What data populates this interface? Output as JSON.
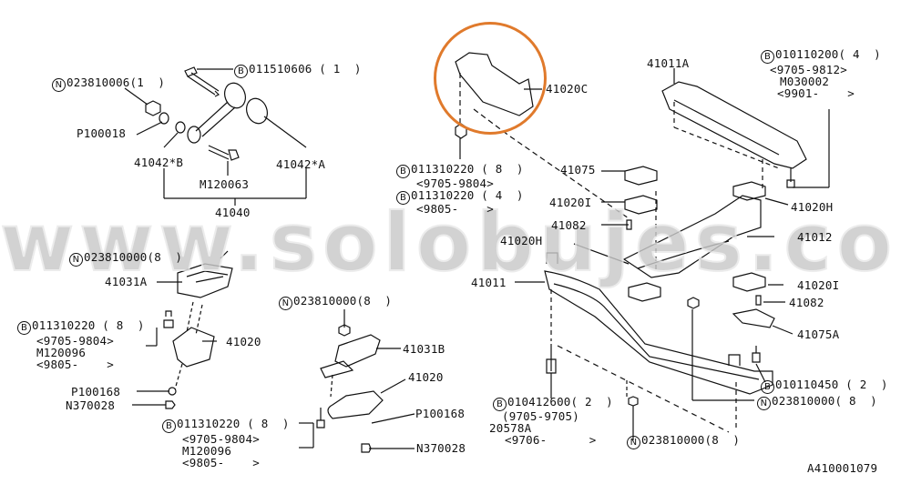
{
  "diagram": {
    "type": "exploded-parts-diagram",
    "reference_code": "A410001079",
    "watermark": "www.solobujes.com",
    "highlight_color": "#e07a2c",
    "highlighted_part": "41020C"
  },
  "labels": {
    "top_left": {
      "n_nut": {
        "prefix": "N",
        "text": "023810006(1  )"
      },
      "b_bolt": {
        "prefix": "B",
        "text": "011510606 ( 1  )"
      },
      "p100018": "P100018",
      "p41042b": "41042*B",
      "m120063": "M120063",
      "p41042a": "41042*A",
      "p41040": "41040"
    },
    "mid_left": {
      "n_nut": {
        "prefix": "N",
        "text": "023810000(8  )"
      },
      "p41031a": "41031A",
      "b_bolt": {
        "prefix": "B",
        "text": "011310220 ( 8  )"
      },
      "date1": "<9705-9804>",
      "m120096": "M120096",
      "date2": "<9805-    >",
      "p41020": "41020",
      "p100168": "P100168",
      "n370028": "N370028"
    },
    "bottom_mid": {
      "b_bolt": {
        "prefix": "B",
        "text": "011310220 ( 8  )"
      },
      "date1": "<9705-9804>",
      "m120096": "M120096",
      "date2": "<9805-    >",
      "n_nut": {
        "prefix": "N",
        "text": "023810000(8  )"
      },
      "p41031b": "41031B",
      "p41020": "41020",
      "p100168": "P100168",
      "n370028": "N370028"
    },
    "center": {
      "p41020c": "41020C",
      "b_bolt1": {
        "prefix": "B",
        "text": "011310220 ( 8  )"
      },
      "date1": "<9705-9804>",
      "b_bolt2": {
        "prefix": "B",
        "text": "011310220 ( 4  )"
      },
      "date2": "<9805-    >",
      "p41075": "41075",
      "p41020i": "41020I",
      "p41082": "41082",
      "p41020h": "41020H",
      "p41011": "41011"
    },
    "right": {
      "p41011a": "41011A",
      "b_bolt": {
        "prefix": "B",
        "text": "010110200( 4  )"
      },
      "date1": "<9705-9812>",
      "m030002": "M030002",
      "date2": "<9901-    >",
      "p41020h": "41020H",
      "p41012": "41012",
      "p41020i": "41020I",
      "p41082": "41082",
      "p41075a": "41075A",
      "b_bolt2": {
        "prefix": "B",
        "text": "010110450 ( 2  )"
      },
      "n_nut": {
        "prefix": "N",
        "text": "023810000( 8  )"
      }
    },
    "bottom_center": {
      "b_bolt": {
        "prefix": "B",
        "text": "010412600( 2  )"
      },
      "date1": "(9705-9705)",
      "p20578a": "20578A",
      "date2": "<9706-      >",
      "n_nut": {
        "prefix": "N",
        "text": "023810000(8  )"
      }
    }
  }
}
